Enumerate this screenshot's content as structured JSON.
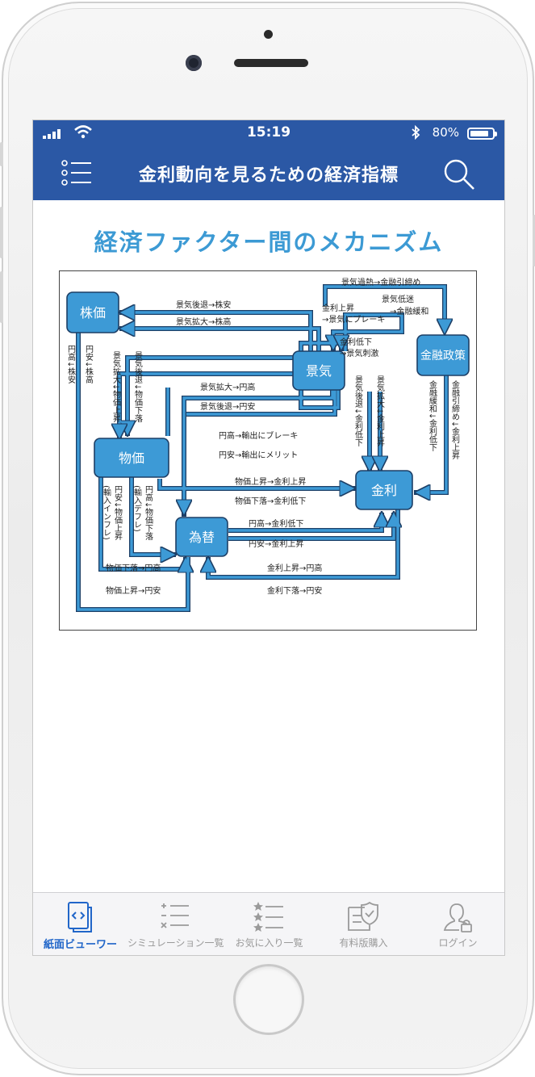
{
  "status": {
    "time": "15:19",
    "battery": "80%"
  },
  "nav": {
    "title": "金利動向を見るための経済指標",
    "menu_icon": "list-icon",
    "search_icon": "search-icon"
  },
  "page": {
    "heading": "経済ファクター間のメカニズム"
  },
  "diagram": {
    "nodes": {
      "stock": "株価",
      "economy": "景気",
      "policy": "金融政策",
      "prices": "物価",
      "rate": "金利",
      "fx": "為替"
    },
    "labels": {
      "l1": "景気過熱→金融引締め",
      "l2a": "景気低迷",
      "l2b": "→金融緩和",
      "l3a": "金利上昇",
      "l3b": "→景気にブレーキ",
      "l4a": "金利低下",
      "l4b": "→景気刺激",
      "l5": "景気後退→株安",
      "l6": "景気拡大→株高",
      "l7": "景気拡大→円高",
      "l8": "景気後退→円安",
      "l9": "円高→輸出にブレーキ",
      "l10": "円安→輸出にメリット",
      "l11": "物価上昇→金利上昇",
      "l12": "物価下落→金利低下",
      "l13": "円高→金利低下",
      "l14": "円安→金利上昇",
      "l15": "物価下落→円高",
      "l16": "物価上昇→円安",
      "l17": "金利上昇→円高",
      "l18": "金利下落→円安",
      "v1": "円高↓株安",
      "v2": "円安↓株高",
      "v3": "景気拡大↓物価上昇",
      "v4": "景気後退↓物価下落",
      "v5": "景気後退↓金利低下",
      "v6": "景気拡大↓金利上昇",
      "v7": "金融緩和↓金利低下",
      "v8": "金融引締め↓金利上昇",
      "v9": "円高↓物価下落",
      "v10": "(輸入デフレ)",
      "v11": "円安↓物価上昇",
      "v12": "(輸入インフレ)"
    }
  },
  "tabs": [
    {
      "label": "紙面ビューワー",
      "icon": "document-code-icon",
      "active": true
    },
    {
      "label": "シミュレーション一覧",
      "icon": "calculator-list-icon",
      "active": false
    },
    {
      "label": "お気に入り一覧",
      "icon": "star-list-icon",
      "active": false
    },
    {
      "label": "有料版購入",
      "icon": "shield-check-icon",
      "active": false
    },
    {
      "label": "ログイン",
      "icon": "user-lock-icon",
      "active": false
    }
  ],
  "colors": {
    "brand": "#2b58a5",
    "accent": "#3c9ad4",
    "node": "#3d9ad6",
    "tab_active": "#2166c9"
  }
}
